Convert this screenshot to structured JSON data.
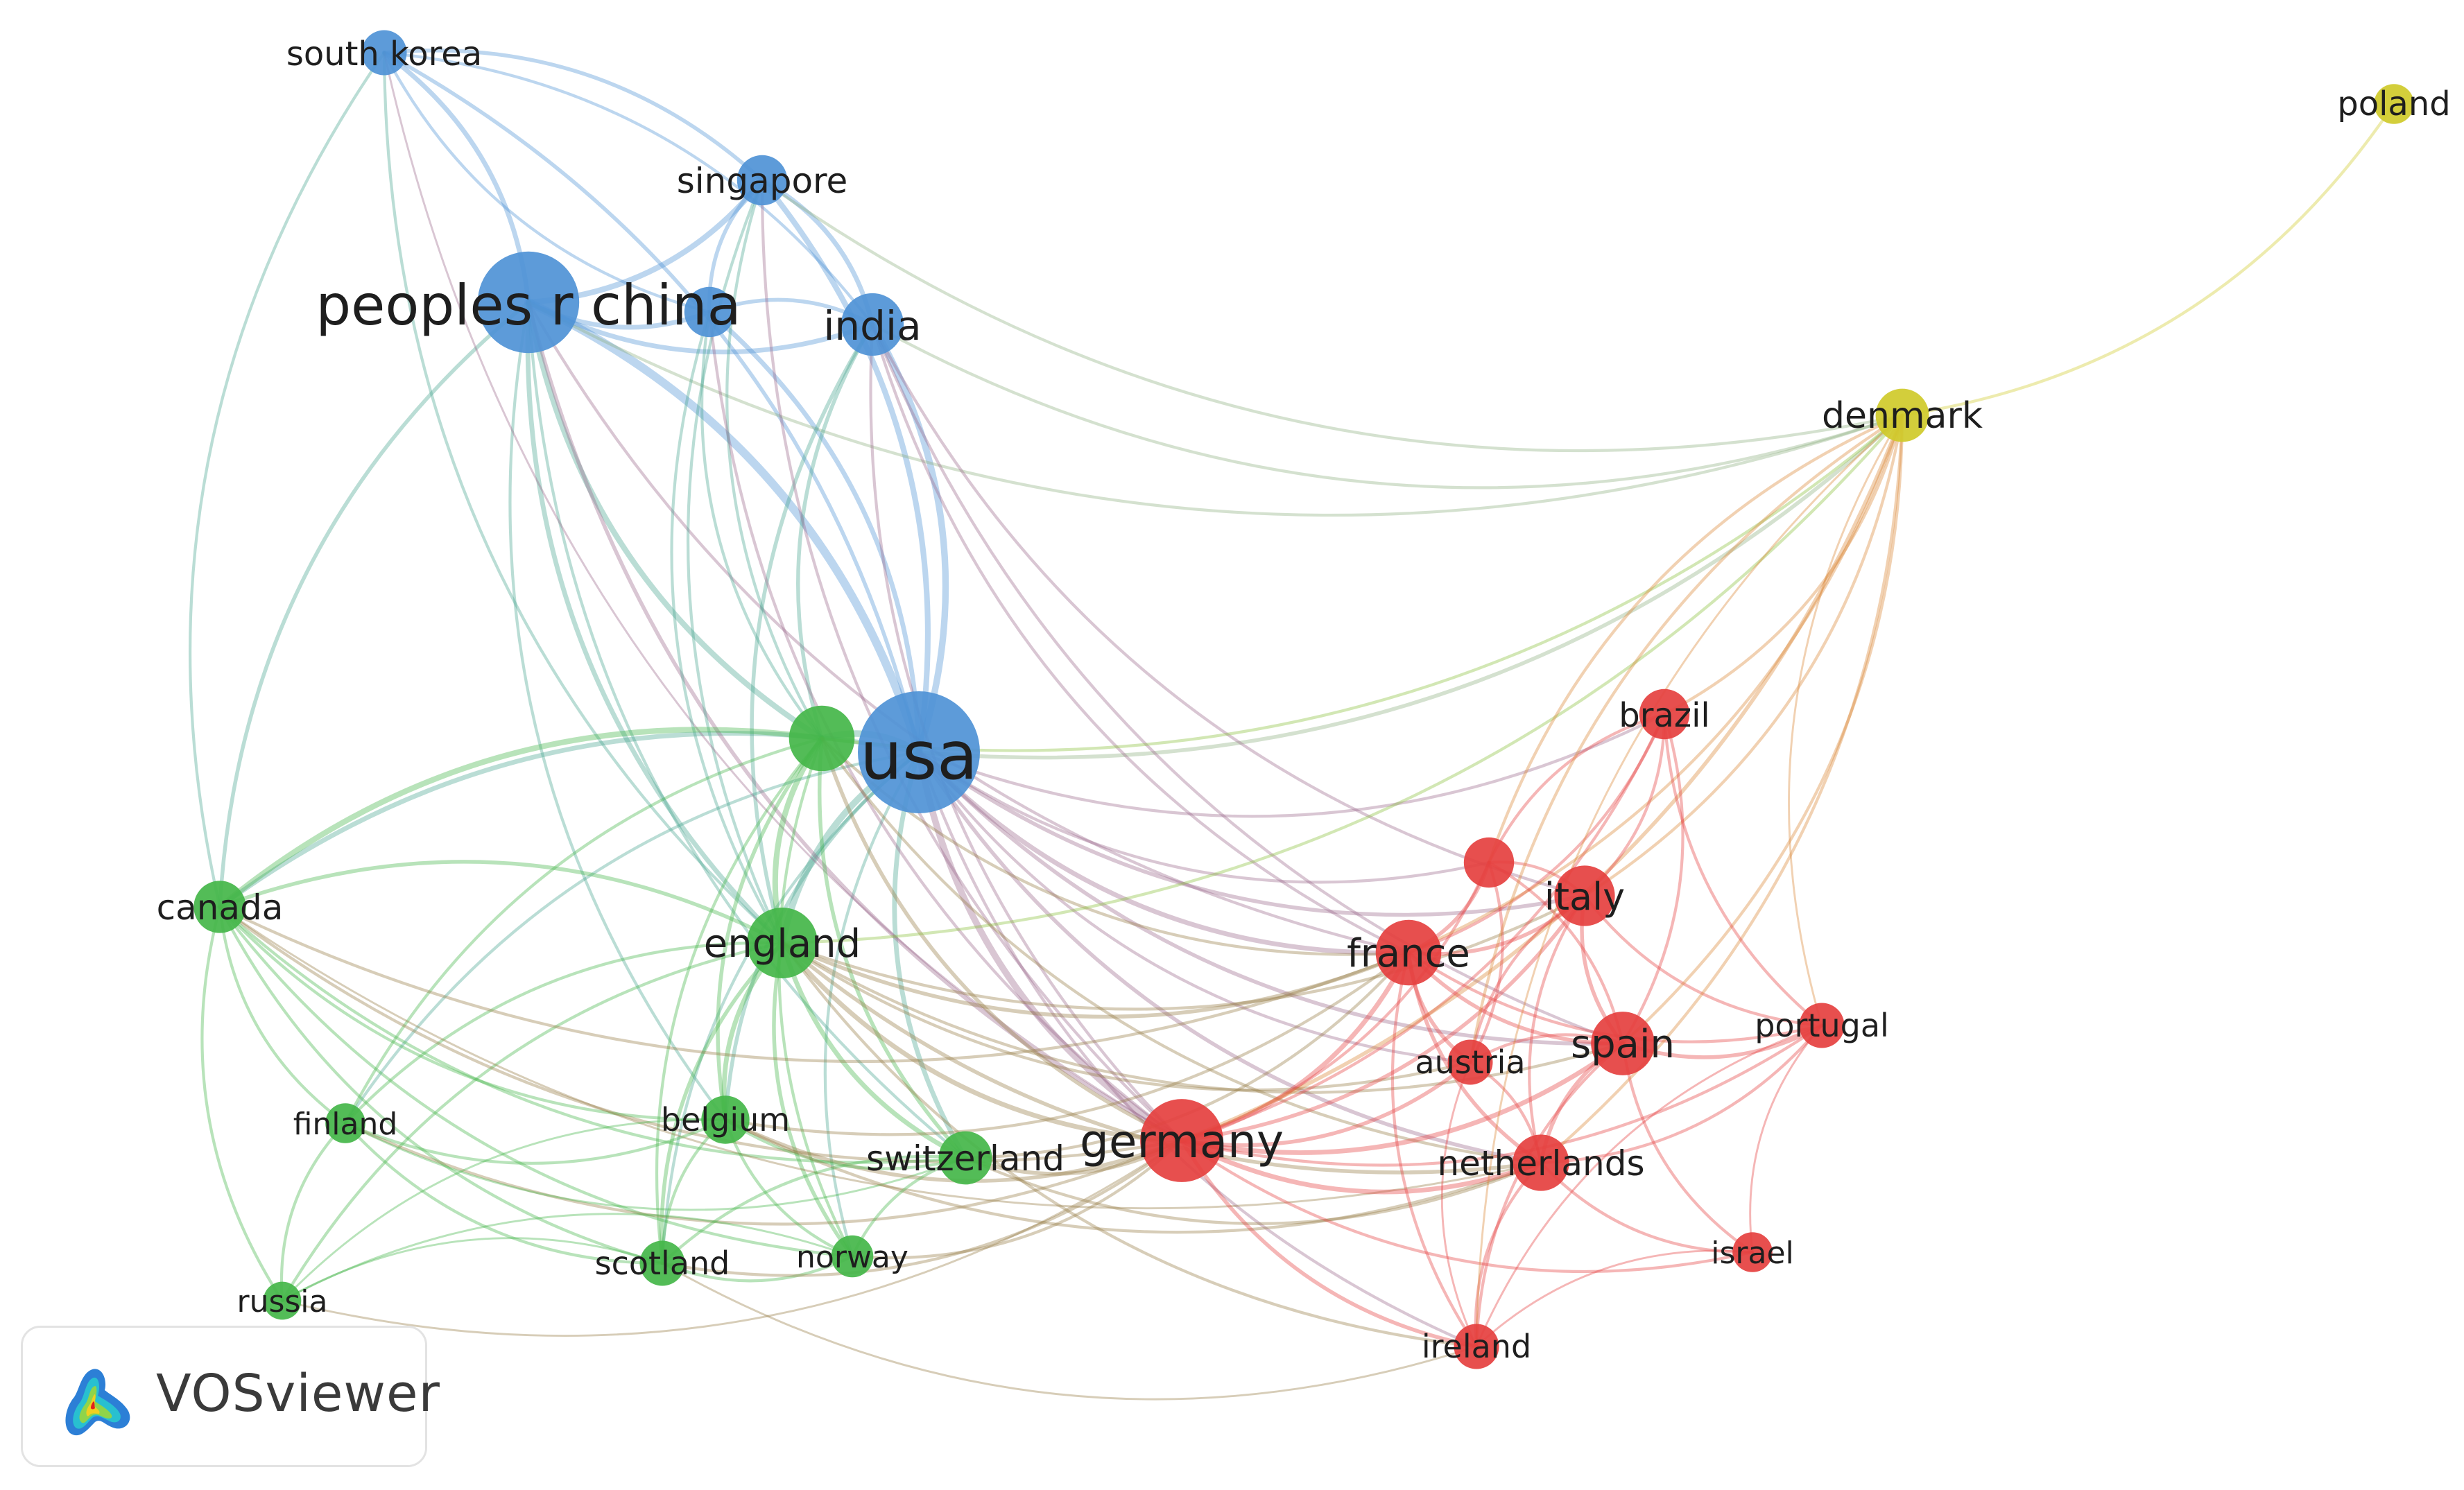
{
  "app": {
    "brand": "VOSviewer"
  },
  "colors": {
    "cluster_red": "#e5403f",
    "cluster_green": "#44b649",
    "cluster_blue": "#4f93d6",
    "cluster_yellow": "#cfca2a",
    "background": "#ffffff"
  },
  "icons": {
    "logo": "vosviewer-logo-icon"
  },
  "nodes": [
    {
      "id": "usa",
      "label": "usa",
      "cluster": "blue",
      "weight": 1.0
    },
    {
      "id": "peoples-r-china",
      "label": "peoples r china",
      "cluster": "blue",
      "weight": 0.8
    },
    {
      "id": "india",
      "label": "india",
      "cluster": "blue",
      "weight": 0.42
    },
    {
      "id": "singapore",
      "label": "singapore",
      "cluster": "blue",
      "weight": 0.3
    },
    {
      "id": "south-korea",
      "label": "south korea",
      "cluster": "blue",
      "weight": 0.25
    },
    {
      "id": "blue-unlabeled",
      "label": "",
      "cluster": "blue",
      "weight": 0.3
    },
    {
      "id": "green-unlabeled",
      "label": "",
      "cluster": "green",
      "weight": 0.45
    },
    {
      "id": "england",
      "label": "england",
      "cluster": "green",
      "weight": 0.5
    },
    {
      "id": "canada",
      "label": "canada",
      "cluster": "green",
      "weight": 0.32
    },
    {
      "id": "finland",
      "label": "finland",
      "cluster": "green",
      "weight": 0.2
    },
    {
      "id": "belgium",
      "label": "belgium",
      "cluster": "green",
      "weight": 0.28
    },
    {
      "id": "switzerland",
      "label": "switzerland",
      "cluster": "green",
      "weight": 0.33
    },
    {
      "id": "scotland",
      "label": "scotland",
      "cluster": "green",
      "weight": 0.25
    },
    {
      "id": "norway",
      "label": "norway",
      "cluster": "green",
      "weight": 0.22
    },
    {
      "id": "russia",
      "label": "russia",
      "cluster": "green",
      "weight": 0.18
    },
    {
      "id": "germany",
      "label": "germany",
      "cluster": "red",
      "weight": 0.62
    },
    {
      "id": "france",
      "label": "france",
      "cluster": "red",
      "weight": 0.45
    },
    {
      "id": "italy",
      "label": "italy",
      "cluster": "red",
      "weight": 0.4
    },
    {
      "id": "spain",
      "label": "spain",
      "cluster": "red",
      "weight": 0.43
    },
    {
      "id": "netherlands",
      "label": "netherlands",
      "cluster": "red",
      "weight": 0.36
    },
    {
      "id": "austria",
      "label": "austria",
      "cluster": "red",
      "weight": 0.25
    },
    {
      "id": "brazil",
      "label": "brazil",
      "cluster": "red",
      "weight": 0.3
    },
    {
      "id": "portugal",
      "label": "portugal",
      "cluster": "red",
      "weight": 0.25
    },
    {
      "id": "israel",
      "label": "israel",
      "cluster": "red",
      "weight": 0.2
    },
    {
      "id": "ireland",
      "label": "ireland",
      "cluster": "red",
      "weight": 0.25
    },
    {
      "id": "red-unlabeled",
      "label": "",
      "cluster": "red",
      "weight": 0.3
    },
    {
      "id": "denmark",
      "label": "denmark",
      "cluster": "yellow",
      "weight": 0.33
    },
    {
      "id": "poland",
      "label": "poland",
      "cluster": "yellow",
      "weight": 0.2
    }
  ],
  "links": [
    [
      "usa",
      "peoples-r-china",
      8
    ],
    [
      "usa",
      "india",
      6
    ],
    [
      "usa",
      "singapore",
      5
    ],
    [
      "usa",
      "south-korea",
      3
    ],
    [
      "usa",
      "blue-unlabeled",
      4
    ],
    [
      "usa",
      "green-unlabeled",
      6
    ],
    [
      "usa",
      "england",
      6
    ],
    [
      "usa",
      "canada",
      4
    ],
    [
      "usa",
      "germany",
      6
    ],
    [
      "usa",
      "france",
      4
    ],
    [
      "usa",
      "italy",
      3
    ],
    [
      "usa",
      "spain",
      3
    ],
    [
      "usa",
      "netherlands",
      3
    ],
    [
      "usa",
      "denmark",
      3
    ],
    [
      "usa",
      "switzerland",
      4
    ],
    [
      "usa",
      "belgium",
      3
    ],
    [
      "usa",
      "brazil",
      2
    ],
    [
      "usa",
      "austria",
      2
    ],
    [
      "usa",
      "scotland",
      2
    ],
    [
      "usa",
      "norway",
      2
    ],
    [
      "usa",
      "finland",
      2
    ],
    [
      "usa",
      "red-unlabeled",
      2
    ],
    [
      "usa",
      "ireland",
      2
    ],
    [
      "peoples-r-china",
      "singapore",
      5
    ],
    [
      "peoples-r-china",
      "india",
      4
    ],
    [
      "peoples-r-china",
      "south-korea",
      4
    ],
    [
      "peoples-r-china",
      "blue-unlabeled",
      4
    ],
    [
      "peoples-r-china",
      "green-unlabeled",
      5
    ],
    [
      "peoples-r-china",
      "england",
      4
    ],
    [
      "peoples-r-china",
      "canada",
      3
    ],
    [
      "peoples-r-china",
      "germany",
      3
    ],
    [
      "peoples-r-china",
      "france",
      2
    ],
    [
      "peoples-r-china",
      "denmark",
      2
    ],
    [
      "peoples-r-china",
      "switzerland",
      2
    ],
    [
      "peoples-r-china",
      "belgium",
      2
    ],
    [
      "india",
      "singapore",
      4
    ],
    [
      "india",
      "south-korea",
      2
    ],
    [
      "india",
      "blue-unlabeled",
      3
    ],
    [
      "india",
      "green-unlabeled",
      3
    ],
    [
      "india",
      "england",
      3
    ],
    [
      "india",
      "germany",
      2
    ],
    [
      "india",
      "france",
      2
    ],
    [
      "india",
      "italy",
      2
    ],
    [
      "india",
      "spain",
      2
    ],
    [
      "india",
      "denmark",
      2
    ],
    [
      "singapore",
      "south-korea",
      3
    ],
    [
      "singapore",
      "blue-unlabeled",
      3
    ],
    [
      "singapore",
      "green-unlabeled",
      2
    ],
    [
      "singapore",
      "england",
      2
    ],
    [
      "singapore",
      "denmark",
      2
    ],
    [
      "singapore",
      "germany",
      2
    ],
    [
      "south-korea",
      "blue-unlabeled",
      2
    ],
    [
      "south-korea",
      "canada",
      2
    ],
    [
      "south-korea",
      "england",
      2
    ],
    [
      "south-korea",
      "germany",
      1
    ],
    [
      "blue-unlabeled",
      "green-unlabeled",
      2
    ],
    [
      "blue-unlabeled",
      "england",
      2
    ],
    [
      "blue-unlabeled",
      "germany",
      2
    ],
    [
      "green-unlabeled",
      "england",
      5
    ],
    [
      "green-unlabeled",
      "canada",
      5
    ],
    [
      "green-unlabeled",
      "germany",
      3
    ],
    [
      "green-unlabeled",
      "belgium",
      3
    ],
    [
      "green-unlabeled",
      "switzerland",
      3
    ],
    [
      "green-unlabeled",
      "scotland",
      2
    ],
    [
      "green-unlabeled",
      "norway",
      2
    ],
    [
      "green-unlabeled",
      "finland",
      2
    ],
    [
      "green-unlabeled",
      "france",
      2
    ],
    [
      "green-unlabeled",
      "denmark",
      2
    ],
    [
      "green-unlabeled",
      "netherlands",
      2
    ],
    [
      "england",
      "canada",
      3
    ],
    [
      "england",
      "germany",
      4
    ],
    [
      "england",
      "france",
      3
    ],
    [
      "england",
      "belgium",
      4
    ],
    [
      "england",
      "switzerland",
      4
    ],
    [
      "england",
      "scotland",
      3
    ],
    [
      "england",
      "norway",
      3
    ],
    [
      "england",
      "finland",
      2
    ],
    [
      "england",
      "russia",
      2
    ],
    [
      "england",
      "netherlands",
      3
    ],
    [
      "england",
      "spain",
      2
    ],
    [
      "england",
      "italy",
      2
    ],
    [
      "england",
      "denmark",
      2
    ],
    [
      "england",
      "ireland",
      2
    ],
    [
      "england",
      "austria",
      2
    ],
    [
      "canada",
      "germany",
      2
    ],
    [
      "canada",
      "finland",
      2
    ],
    [
      "canada",
      "belgium",
      2
    ],
    [
      "canada",
      "scotland",
      2
    ],
    [
      "canada",
      "russia",
      2
    ],
    [
      "canada",
      "switzerland",
      2
    ],
    [
      "canada",
      "france",
      2
    ],
    [
      "canada",
      "norway",
      2
    ],
    [
      "canada",
      "netherlands",
      1
    ],
    [
      "finland",
      "belgium",
      2
    ],
    [
      "finland",
      "germany",
      2
    ],
    [
      "finland",
      "russia",
      2
    ],
    [
      "finland",
      "scotland",
      2
    ],
    [
      "finland",
      "switzerland",
      1
    ],
    [
      "belgium",
      "germany",
      3
    ],
    [
      "belgium",
      "switzerland",
      2
    ],
    [
      "belgium",
      "scotland",
      2
    ],
    [
      "belgium",
      "norway",
      2
    ],
    [
      "belgium",
      "netherlands",
      2
    ],
    [
      "belgium",
      "france",
      2
    ],
    [
      "belgium",
      "russia",
      1
    ],
    [
      "switzerland",
      "germany",
      3
    ],
    [
      "switzerland",
      "norway",
      2
    ],
    [
      "switzerland",
      "scotland",
      2
    ],
    [
      "switzerland",
      "france",
      2
    ],
    [
      "switzerland",
      "netherlands",
      2
    ],
    [
      "scotland",
      "norway",
      2
    ],
    [
      "scotland",
      "russia",
      1
    ],
    [
      "scotland",
      "germany",
      2
    ],
    [
      "scotland",
      "ireland",
      1
    ],
    [
      "norway",
      "germany",
      2
    ],
    [
      "norway",
      "russia",
      1
    ],
    [
      "russia",
      "germany",
      1
    ],
    [
      "germany",
      "france",
      4
    ],
    [
      "germany",
      "italy",
      3
    ],
    [
      "germany",
      "spain",
      4
    ],
    [
      "germany",
      "netherlands",
      4
    ],
    [
      "germany",
      "austria",
      3
    ],
    [
      "germany",
      "brazil",
      2
    ],
    [
      "germany",
      "portugal",
      2
    ],
    [
      "germany",
      "israel",
      2
    ],
    [
      "germany",
      "ireland",
      3
    ],
    [
      "germany",
      "red-unlabeled",
      2
    ],
    [
      "germany",
      "denmark",
      3
    ],
    [
      "france",
      "italy",
      3
    ],
    [
      "france",
      "spain",
      3
    ],
    [
      "france",
      "netherlands",
      3
    ],
    [
      "france",
      "austria",
      3
    ],
    [
      "france",
      "brazil",
      2
    ],
    [
      "france",
      "portugal",
      2
    ],
    [
      "france",
      "red-unlabeled",
      3
    ],
    [
      "france",
      "ireland",
      2
    ],
    [
      "france",
      "denmark",
      2
    ],
    [
      "italy",
      "spain",
      3
    ],
    [
      "italy",
      "netherlands",
      2
    ],
    [
      "italy",
      "austria",
      2
    ],
    [
      "italy",
      "brazil",
      2
    ],
    [
      "italy",
      "portugal",
      2
    ],
    [
      "italy",
      "red-unlabeled",
      2
    ],
    [
      "italy",
      "denmark",
      2
    ],
    [
      "spain",
      "netherlands",
      3
    ],
    [
      "spain",
      "austria",
      2
    ],
    [
      "spain",
      "brazil",
      2
    ],
    [
      "spain",
      "portugal",
      3
    ],
    [
      "spain",
      "israel",
      2
    ],
    [
      "spain",
      "ireland",
      2
    ],
    [
      "spain",
      "red-unlabeled",
      2
    ],
    [
      "spain",
      "denmark",
      2
    ],
    [
      "netherlands",
      "austria",
      2
    ],
    [
      "netherlands",
      "ireland",
      2
    ],
    [
      "netherlands",
      "israel",
      2
    ],
    [
      "netherlands",
      "portugal",
      2
    ],
    [
      "netherlands",
      "denmark",
      2
    ],
    [
      "austria",
      "red-unlabeled",
      2
    ],
    [
      "austria",
      "ireland",
      1
    ],
    [
      "brazil",
      "red-unlabeled",
      2
    ],
    [
      "brazil",
      "portugal",
      2
    ],
    [
      "brazil",
      "denmark",
      2
    ],
    [
      "portugal",
      "israel",
      1
    ],
    [
      "portugal",
      "ireland",
      1
    ],
    [
      "israel",
      "ireland",
      1
    ],
    [
      "denmark",
      "poland",
      2
    ],
    [
      "denmark",
      "red-unlabeled",
      2
    ],
    [
      "denmark",
      "austria",
      2
    ],
    [
      "denmark",
      "portugal",
      1
    ],
    [
      "denmark",
      "ireland",
      1
    ]
  ]
}
